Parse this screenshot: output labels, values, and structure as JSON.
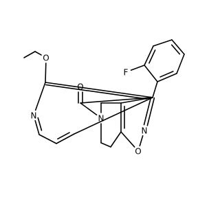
{
  "colors": {
    "bond": "#000000",
    "carbon": "#000000",
    "oxygen": "#ff0d0d",
    "nitrogen": "#3050f8",
    "fluorine": "#90e050"
  },
  "atoms": {
    "carbonyl_oxygen": "O",
    "ether_oxygen": "O",
    "pyridine_nitrogen": "N",
    "ring_nitrogen": "N",
    "isoxazole_nitrogen": "N",
    "isoxazole_oxygen": "O",
    "fluorine": "F"
  }
}
